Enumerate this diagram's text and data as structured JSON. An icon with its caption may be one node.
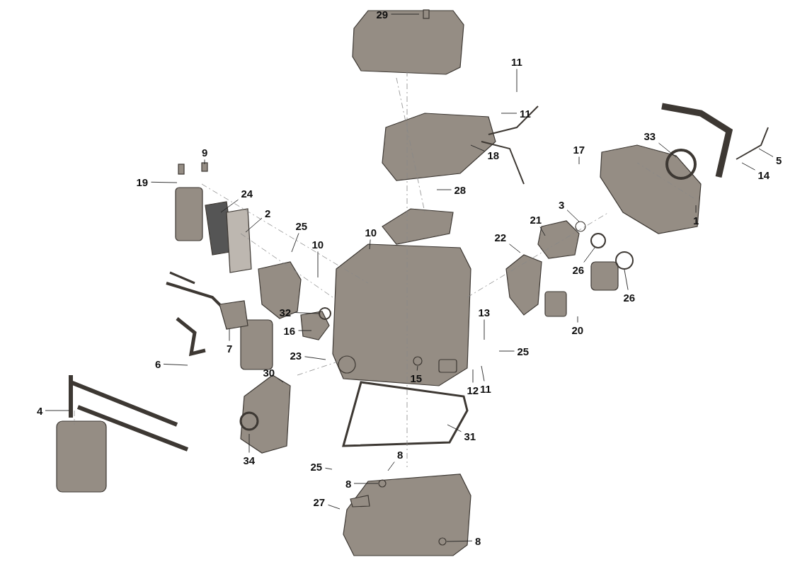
{
  "diagram": {
    "nodes": [
      {
        "text": [
          "29"
        ]
      },
      {
        "text": [
          "11"
        ]
      },
      {
        "text": [
          "11"
        ]
      },
      {
        "text": [
          "17"
        ]
      },
      {
        "text": [
          "33"
        ]
      },
      {
        "text": [
          "18"
        ]
      },
      {
        "text": [
          "9"
        ]
      },
      {
        "text": [
          "5"
        ]
      },
      {
        "text": [
          "14"
        ]
      },
      {
        "text": [
          "19"
        ]
      },
      {
        "text": [
          "28"
        ]
      },
      {
        "text": [
          "24"
        ]
      },
      {
        "text": [
          "3"
        ]
      },
      {
        "text": [
          "21"
        ]
      },
      {
        "text": [
          "2"
        ]
      },
      {
        "text": [
          "1"
        ]
      },
      {
        "text": [
          "25"
        ]
      },
      {
        "text": [
          "10"
        ]
      },
      {
        "text": [
          "10"
        ]
      },
      {
        "text": [
          "22"
        ]
      },
      {
        "text": [
          "26"
        ]
      },
      {
        "text": [
          "26"
        ]
      },
      {
        "text": [
          "32"
        ]
      },
      {
        "text": [
          "13"
        ]
      },
      {
        "text": [
          "16"
        ]
      },
      {
        "text": [
          "20"
        ]
      },
      {
        "text": [
          "7"
        ]
      },
      {
        "text": [
          "25"
        ]
      },
      {
        "text": [
          "23"
        ]
      },
      {
        "text": [
          "6"
        ]
      },
      {
        "text": [
          "30"
        ]
      },
      {
        "text": [
          "15"
        ]
      },
      {
        "text": [
          "12"
        ]
      },
      {
        "text": [
          "11"
        ]
      },
      {
        "text": [
          "4"
        ]
      },
      {
        "text": [
          "31"
        ]
      },
      {
        "text": [
          "8"
        ]
      },
      {
        "text": [
          "34"
        ]
      },
      {
        "text": [
          "25"
        ]
      },
      {
        "text": [
          "8"
        ]
      },
      {
        "text": [
          "27"
        ]
      },
      {
        "text": [
          "8"
        ]
      }
    ],
    "edges": [
      {
        "from": 0,
        "to": null,
        "arrow": "none"
      },
      {
        "from": 1,
        "to": null,
        "arrow": "none"
      },
      {
        "from": 2,
        "to": null,
        "arrow": "none"
      },
      {
        "from": 3,
        "to": null,
        "arrow": "none"
      },
      {
        "from": 4,
        "to": null,
        "arrow": "none"
      },
      {
        "from": 5,
        "to": null,
        "arrow": "none"
      },
      {
        "from": 6,
        "to": null,
        "arrow": "none"
      },
      {
        "from": 7,
        "to": null,
        "arrow": "none"
      },
      {
        "from": 8,
        "to": null,
        "arrow": "none"
      },
      {
        "from": 9,
        "to": null,
        "arrow": "none"
      },
      {
        "from": 10,
        "to": null,
        "arrow": "none"
      },
      {
        "from": 11,
        "to": null,
        "arrow": "none"
      },
      {
        "from": 12,
        "to": null,
        "arrow": "none"
      },
      {
        "from": 13,
        "to": null,
        "arrow": "none"
      },
      {
        "from": 14,
        "to": null,
        "arrow": "none"
      },
      {
        "from": 15,
        "to": null,
        "arrow": "none"
      },
      {
        "from": 16,
        "to": null,
        "arrow": "none"
      },
      {
        "from": 17,
        "to": null,
        "arrow": "none"
      },
      {
        "from": 18,
        "to": null,
        "arrow": "none"
      },
      {
        "from": 19,
        "to": null,
        "arrow": "none"
      },
      {
        "from": 20,
        "to": null,
        "arrow": "none"
      },
      {
        "from": 21,
        "to": null,
        "arrow": "none"
      },
      {
        "from": 22,
        "to": null,
        "arrow": "none"
      },
      {
        "from": 23,
        "to": null,
        "arrow": "none"
      },
      {
        "from": 24,
        "to": null,
        "arrow": "none"
      },
      {
        "from": 25,
        "to": null,
        "arrow": "none"
      },
      {
        "from": 26,
        "to": null,
        "arrow": "none"
      },
      {
        "from": 27,
        "to": null,
        "arrow": "none"
      },
      {
        "from": 28,
        "to": null,
        "arrow": "none"
      },
      {
        "from": 29,
        "to": null,
        "arrow": "none"
      },
      {
        "from": 30,
        "to": null,
        "arrow": "none"
      },
      {
        "from": 31,
        "to": null,
        "arrow": "none"
      },
      {
        "from": 32,
        "to": null,
        "arrow": "none"
      },
      {
        "from": 33,
        "to": null,
        "arrow": "none"
      },
      {
        "from": 34,
        "to": null,
        "arrow": "none"
      },
      {
        "from": 35,
        "to": null,
        "arrow": "none"
      },
      {
        "from": 36,
        "to": null,
        "arrow": "none"
      },
      {
        "from": 37,
        "to": null,
        "arrow": "none"
      },
      {
        "from": 38,
        "to": null,
        "arrow": "none"
      },
      {
        "from": 39,
        "to": null,
        "arrow": "none"
      },
      {
        "from": 40,
        "to": null,
        "arrow": "none"
      },
      {
        "from": 41,
        "to": null,
        "arrow": "none"
      }
    ]
  }
}
